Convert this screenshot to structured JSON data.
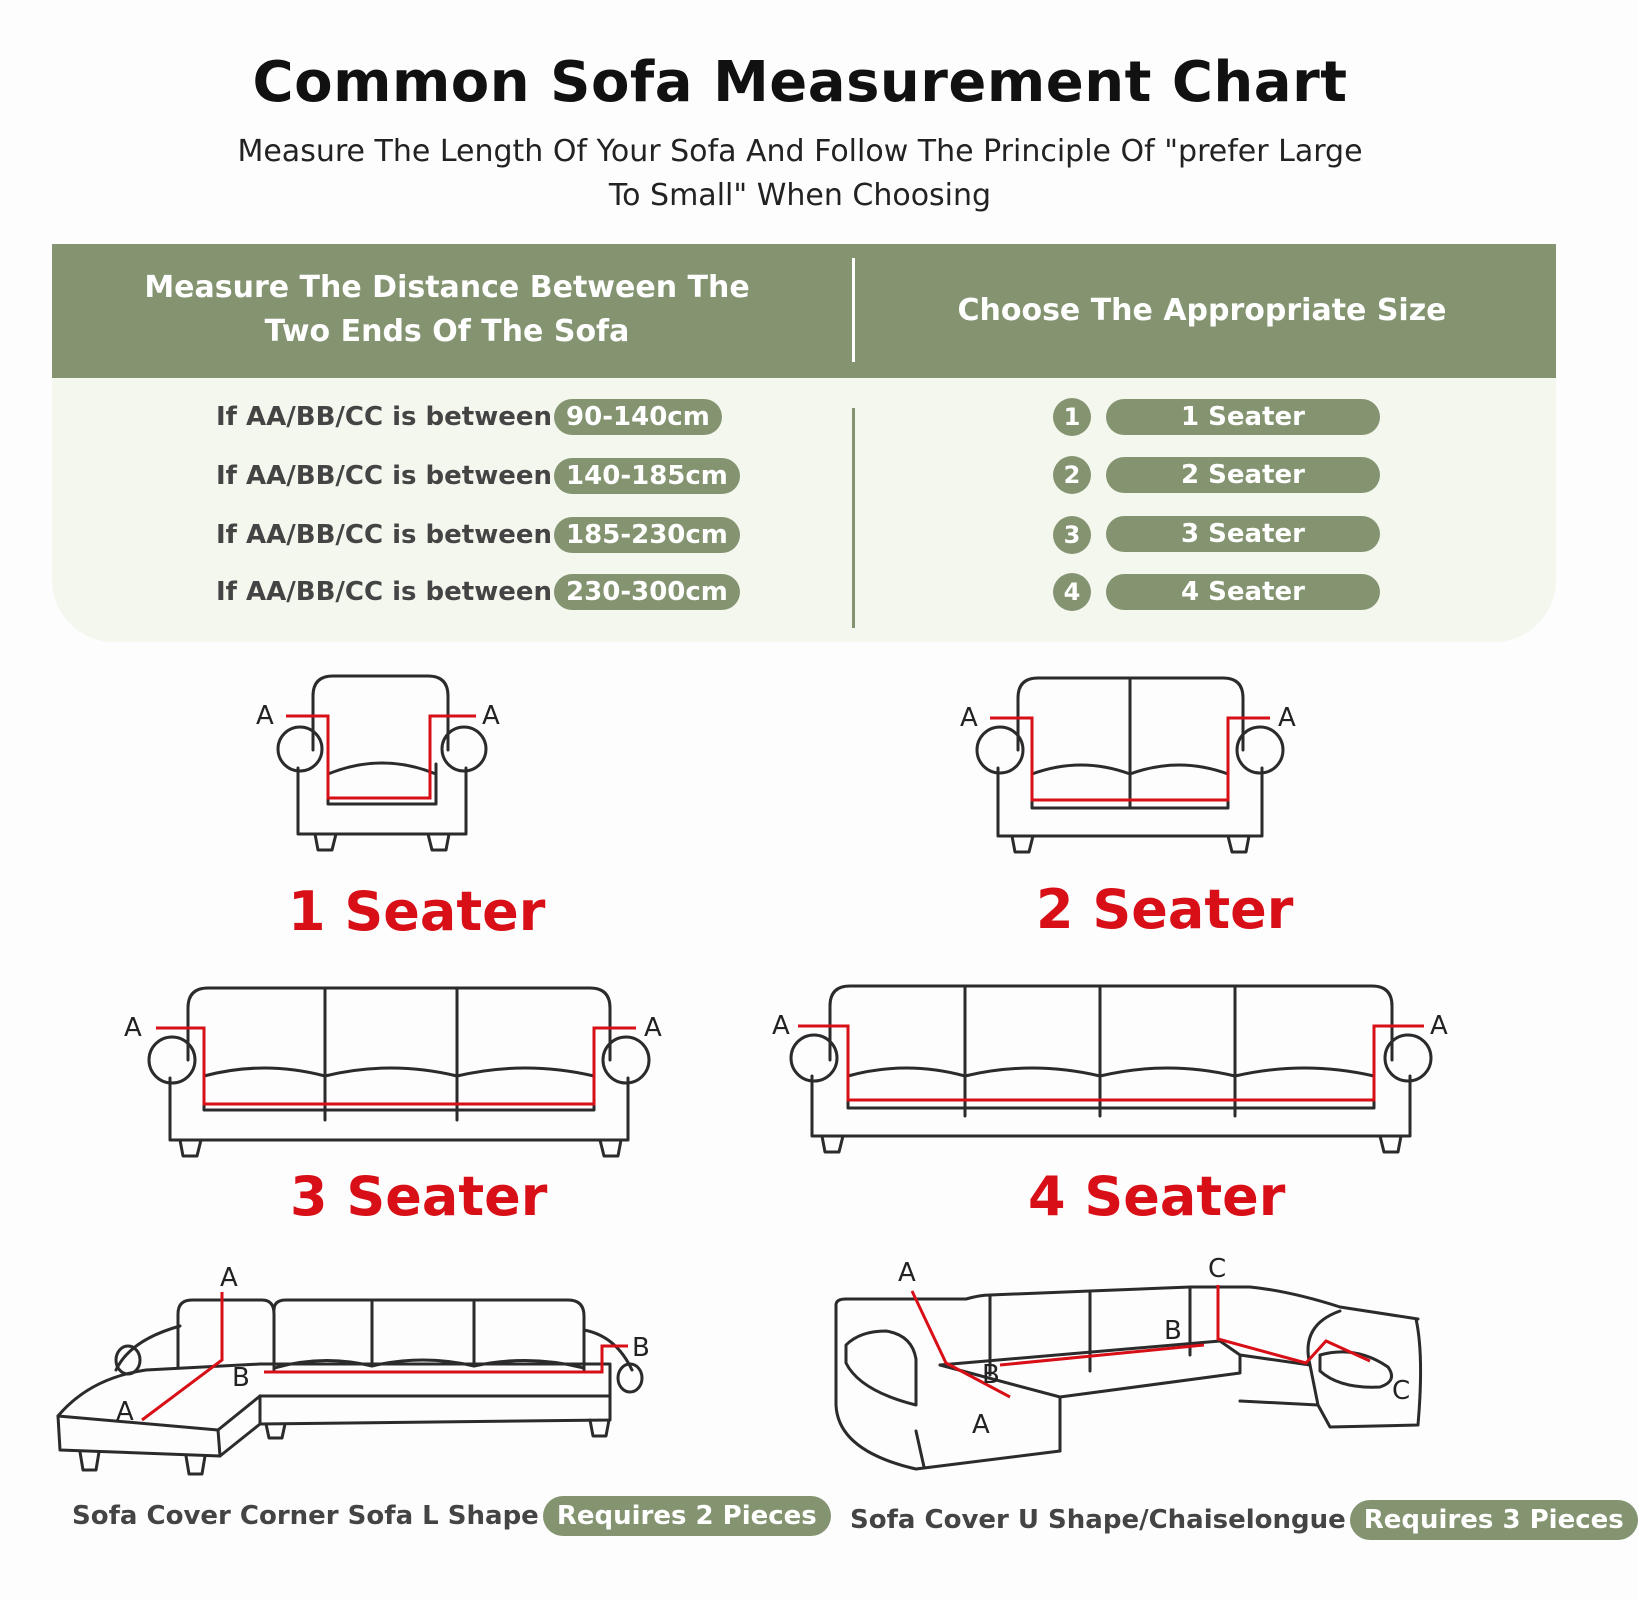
{
  "title": "Common Sofa Measurement Chart",
  "subtitle": "Measure The Length Of Your Sofa And Follow The Principle Of \"prefer Large To Small\" When Choosing",
  "table": {
    "header_left": "Measure The Distance Between The Two Ends Of The Sofa",
    "header_right": "Choose The Appropriate Size",
    "rows": [
      {
        "prefix": "If AA/BB/CC is between",
        "range": "90-140cm",
        "number": "1",
        "size": "1 Seater"
      },
      {
        "prefix": "If AA/BB/CC is between",
        "range": "140-185cm",
        "number": "2",
        "size": "2 Seater"
      },
      {
        "prefix": "If AA/BB/CC is between",
        "range": "185-230cm",
        "number": "3",
        "size": "3 Seater"
      },
      {
        "prefix": "If AA/BB/CC is between",
        "range": "230-300cm",
        "number": "4",
        "size": "4 Seater"
      }
    ]
  },
  "illustrations": {
    "seater1_label": "1 Seater",
    "seater2_label": "2 Seater",
    "seater3_label": "3 Seater",
    "seater4_label": "4 Seater",
    "marker_a": "A",
    "marker_b": "B",
    "marker_c": "C"
  },
  "footer": {
    "l_shape_text": "Sofa Cover Corner Sofa L Shape",
    "l_shape_pill": "Requires 2 Pieces",
    "u_shape_text": "Sofa Cover U Shape/Chaiselongue",
    "u_shape_pill": "Requires 3 Pieces"
  },
  "colors": {
    "accent_green": "#849471",
    "table_body": "#f4f7ee",
    "measure_red": "#d80f16",
    "outline": "#2b2b2b"
  },
  "icons": [
    "armchair-icon",
    "loveseat-icon",
    "three-seat-sofa-icon",
    "four-seat-sofa-icon",
    "l-shape-sofa-icon",
    "u-shape-sofa-icon"
  ]
}
